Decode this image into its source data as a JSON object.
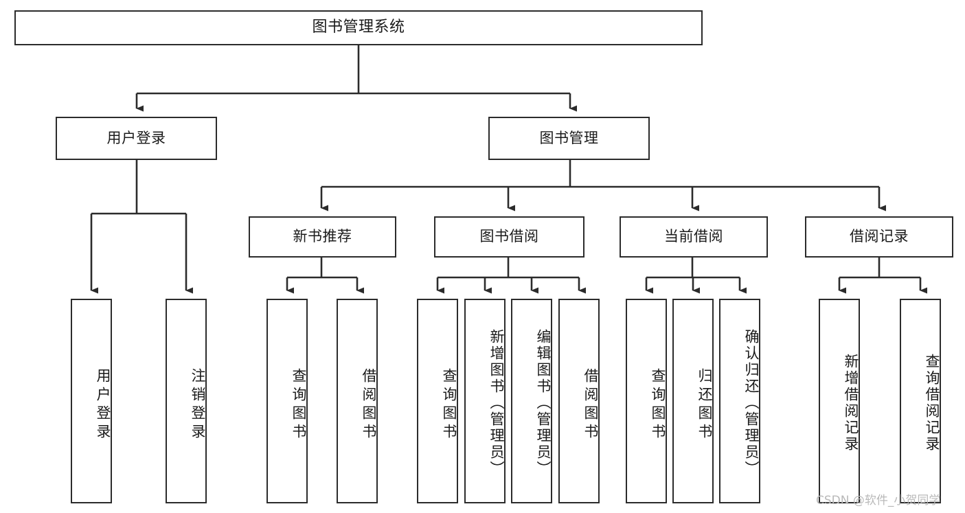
{
  "diagram": {
    "title": "图书管理系统",
    "type": "tree",
    "orientation": "top-down",
    "line_color": "#2b2b2b",
    "box_fill": "#ffffff",
    "text_color": "#1a1a1a",
    "levels": 4,
    "nodes": {
      "root": {
        "label": "图书管理系统"
      },
      "level2": [
        {
          "label": "用户登录"
        },
        {
          "label": "图书管理"
        }
      ],
      "level3": [
        {
          "label": "新书推荐"
        },
        {
          "label": "图书借阅"
        },
        {
          "label": "当前借阅"
        },
        {
          "label": "借阅记录"
        }
      ],
      "leaves": {
        "user_login": [
          {
            "label": "用户登录"
          },
          {
            "label": "注销登录"
          }
        ],
        "new_book_recommend": [
          {
            "label": "查询图书"
          },
          {
            "label": "借阅图书"
          }
        ],
        "book_borrow": [
          {
            "label": "查询图书"
          },
          {
            "label": "新增图书（管理员）"
          },
          {
            "label": "编辑图书（管理员）"
          },
          {
            "label": "借阅图书"
          }
        ],
        "current_borrow": [
          {
            "label": "查询图书"
          },
          {
            "label": "归还图书"
          },
          {
            "label": "确认归还（管理员）"
          }
        ],
        "borrow_record": [
          {
            "label": "新增借阅记录"
          },
          {
            "label": "查询借阅记录"
          }
        ]
      }
    }
  },
  "watermark": {
    "text": "CSDN @软件_小贺同学",
    "color": "#b9b9b9"
  }
}
